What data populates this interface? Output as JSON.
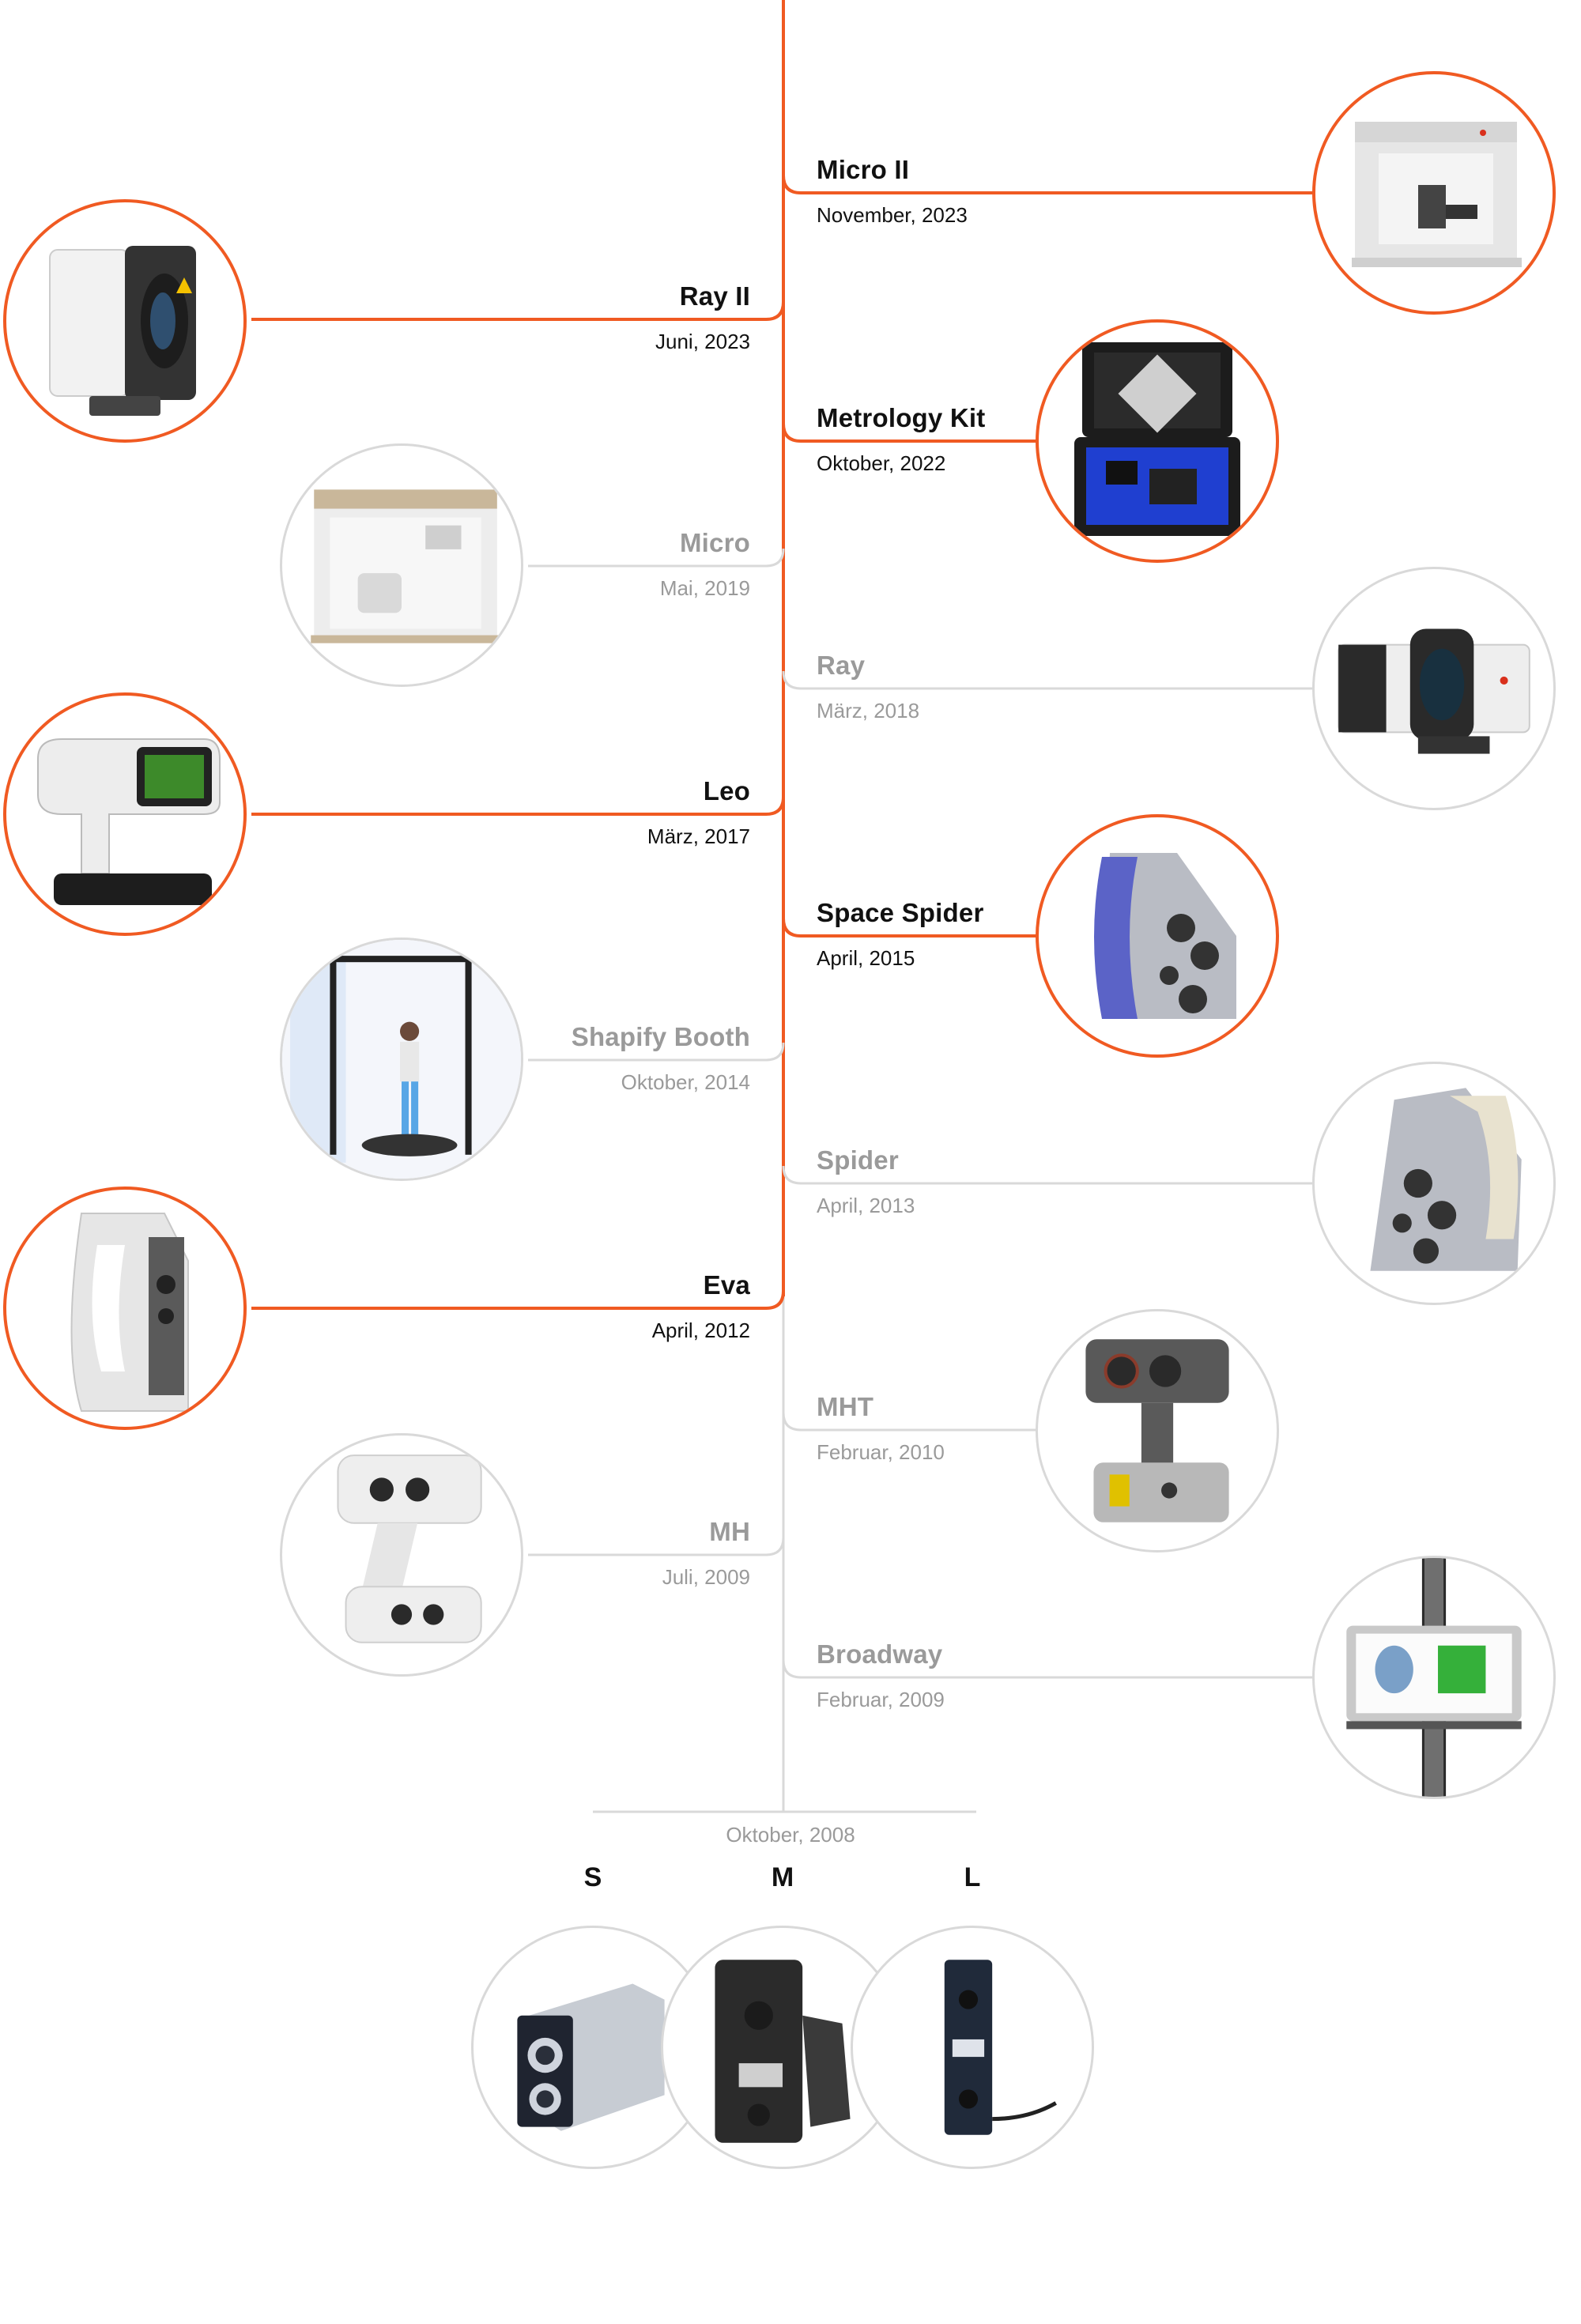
{
  "colors": {
    "accent": "#f05a22",
    "inactive_line": "#d9d9d9",
    "inactive_text": "#9a9a9a",
    "active_text": "#111111"
  },
  "timeline": {
    "entries": [
      {
        "name": "Micro II",
        "date": "November, 2023",
        "side": "right",
        "active": true,
        "icon": "desktop-scanner-icon"
      },
      {
        "name": "Ray II",
        "date": "Juni, 2023",
        "side": "left",
        "active": true,
        "icon": "laser-scanner-icon"
      },
      {
        "name": "Metrology Kit",
        "date": "Oktober, 2022",
        "side": "right",
        "active": true,
        "icon": "metrology-case-icon"
      },
      {
        "name": "Micro",
        "date": "Mai, 2019",
        "side": "left",
        "active": false,
        "icon": "desktop-scanner-icon"
      },
      {
        "name": "Ray",
        "date": "März, 2018",
        "side": "right",
        "active": false,
        "icon": "laser-scanner-icon"
      },
      {
        "name": "Leo",
        "date": "März, 2017",
        "side": "left",
        "active": true,
        "icon": "handheld-touchscreen-scanner-icon"
      },
      {
        "name": "Space Spider",
        "date": "April, 2015",
        "side": "right",
        "active": true,
        "icon": "handheld-scanner-icon"
      },
      {
        "name": "Shapify Booth",
        "date": "Oktober, 2014",
        "side": "left",
        "active": false,
        "icon": "body-scanning-booth-icon"
      },
      {
        "name": "Spider",
        "date": "April, 2013",
        "side": "right",
        "active": false,
        "icon": "handheld-scanner-icon"
      },
      {
        "name": "Eva",
        "date": "April, 2012",
        "side": "left",
        "active": true,
        "icon": "handheld-scanner-icon"
      },
      {
        "name": "MHT",
        "date": "Februar, 2010",
        "side": "right",
        "active": false,
        "icon": "handheld-scanner-icon"
      },
      {
        "name": "MH",
        "date": "Juli, 2009",
        "side": "left",
        "active": false,
        "icon": "handheld-scanner-icon"
      },
      {
        "name": "Broadway",
        "date": "Februar, 2009",
        "side": "right",
        "active": false,
        "icon": "face-recognition-terminal-icon"
      }
    ],
    "base": {
      "date": "Oktober, 2008",
      "models": [
        {
          "label": "S",
          "icon": "sensor-s-icon"
        },
        {
          "label": "M",
          "icon": "sensor-m-icon"
        },
        {
          "label": "L",
          "icon": "sensor-l-icon"
        }
      ]
    }
  }
}
